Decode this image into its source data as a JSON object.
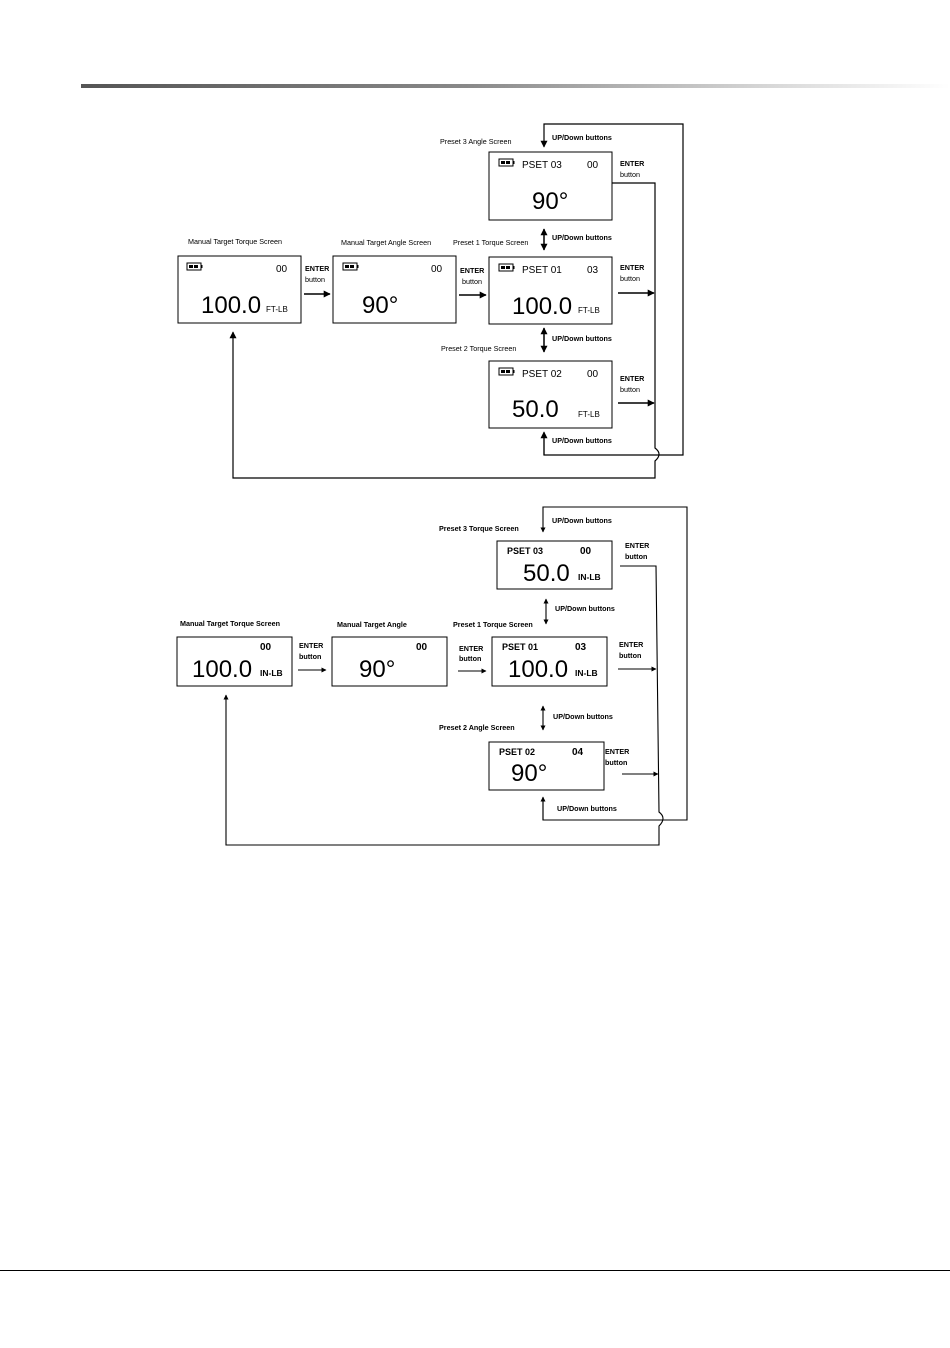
{
  "diagram1": {
    "labels": {
      "manual_torque": "Manual Target Torque Screen",
      "manual_angle": "Manual Target Angle Screen",
      "preset1": "Preset 1 Torque Screen",
      "preset2": "Preset 2 Torque Screen",
      "preset3": "Preset 3 Angle Screen"
    },
    "screens": {
      "manual_torque": {
        "count": "00",
        "value": "100.0",
        "unit": "FT-LB"
      },
      "manual_angle": {
        "count": "00",
        "value": "90°"
      },
      "preset3": {
        "name": "PSET 03",
        "count": "00",
        "value": "90°"
      },
      "preset1": {
        "name": "PSET 01",
        "count": "03",
        "value": "100.0",
        "unit": "FT-LB"
      },
      "preset2": {
        "name": "PSET 02",
        "count": "00",
        "value": "50.0",
        "unit": "FT-LB"
      }
    },
    "enter": "ENTER",
    "button": "button",
    "updown": "UP/Down buttons"
  },
  "diagram2": {
    "labels": {
      "manual_torque": "Manual Target Torque Screen",
      "manual_angle": "Manual Target Angle",
      "preset1": "Preset 1 Torque Screen",
      "preset2": "Preset 2 Angle Screen",
      "preset3": "Preset 3 Torque Screen"
    },
    "screens": {
      "manual_torque": {
        "count": "00",
        "value": "100.0",
        "unit": "IN-LB"
      },
      "manual_angle": {
        "count": "00",
        "value": "90°"
      },
      "preset3": {
        "name": "PSET 03",
        "count": "00",
        "value": "50.0",
        "unit": "IN-LB"
      },
      "preset1": {
        "name": "PSET 01",
        "count": "03",
        "value": "100.0",
        "unit": "IN-LB"
      },
      "preset2": {
        "name": "PSET 02",
        "count": "04",
        "value": "90°"
      }
    },
    "enter": "ENTER",
    "button": "button",
    "updown": "UP/Down buttons"
  }
}
